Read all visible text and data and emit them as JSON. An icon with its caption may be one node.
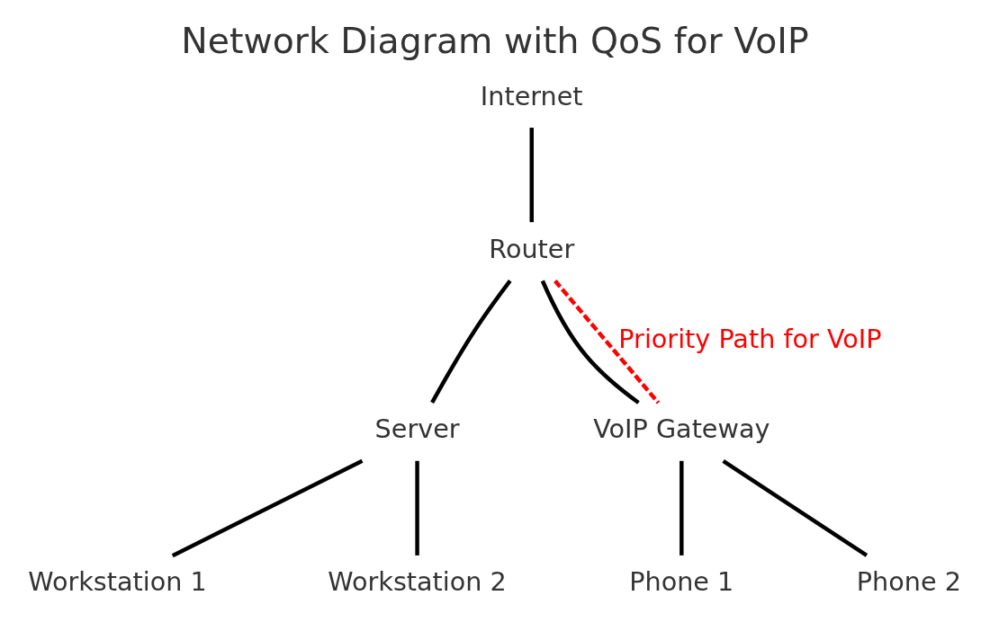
{
  "diagram": {
    "title": "Network Diagram with QoS for VoIP",
    "nodes": [
      {
        "text": [
          "Internet"
        ]
      },
      {
        "text": [
          "Router"
        ]
      },
      {
        "text": [
          "Server"
        ]
      },
      {
        "text": [
          "VoIP Gateway"
        ]
      },
      {
        "text": [
          "Workstation 1"
        ]
      },
      {
        "text": [
          "Workstation 2"
        ]
      },
      {
        "text": [
          "Phone 1"
        ]
      },
      {
        "text": [
          "Phone 2"
        ]
      }
    ],
    "edges": [
      {
        "from": 0,
        "to": 1,
        "arrow": "none"
      },
      {
        "from": 1,
        "to": 2,
        "arrow": "none"
      },
      {
        "from": 1,
        "to": 3,
        "arrow": "none"
      },
      {
        "from": 2,
        "to": 4,
        "arrow": "none"
      },
      {
        "from": 2,
        "to": 5,
        "arrow": "none"
      },
      {
        "from": 3,
        "to": 6,
        "arrow": "none"
      },
      {
        "from": 3,
        "to": 7,
        "arrow": "none"
      },
      {
        "from": 1,
        "to": 3,
        "arrow": "none",
        "label": "Priority Path for VoIP",
        "style": "dashed",
        "color": "#ff0000"
      }
    ]
  }
}
